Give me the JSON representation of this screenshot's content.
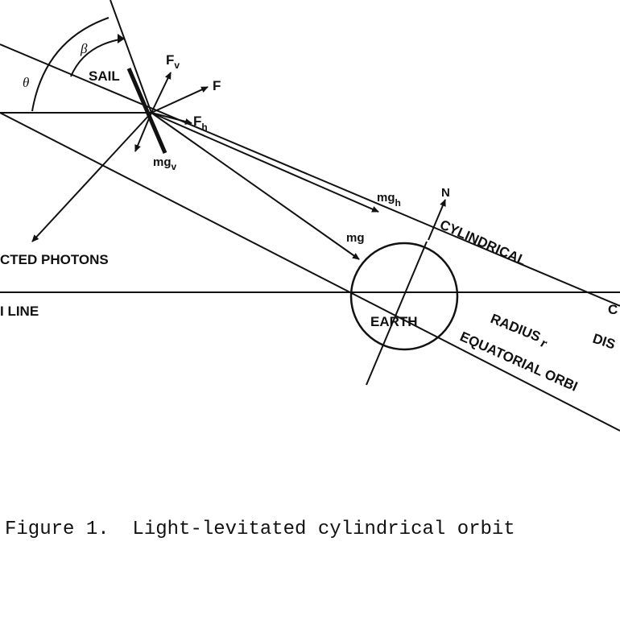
{
  "figure": {
    "caption": "Figure 1.  Light-levitated cylindrical orbit",
    "labels": {
      "beta": "β",
      "theta": "θ",
      "sail": "SAIL",
      "fv_base": "F",
      "fv_sub": "v",
      "f": "F",
      "fh_base": "F",
      "fh_sub": "h",
      "mgv_base": "mg",
      "mgv_sub": "v",
      "mgh_base": "mg",
      "mgh_sub": "h",
      "mg": "mg",
      "n": "N",
      "photons": "CTED PHOTONS",
      "line": "I LINE",
      "earth": "EARTH",
      "cylindrical": "CYLINDRICAL",
      "c": "C",
      "radius": "RADIUS",
      "radius_r": "r",
      "dis": "DIS",
      "equatorial": "EQUATORIAL ORBI"
    }
  },
  "colors": {
    "ink": "#111111",
    "paper": "#ffffff"
  }
}
